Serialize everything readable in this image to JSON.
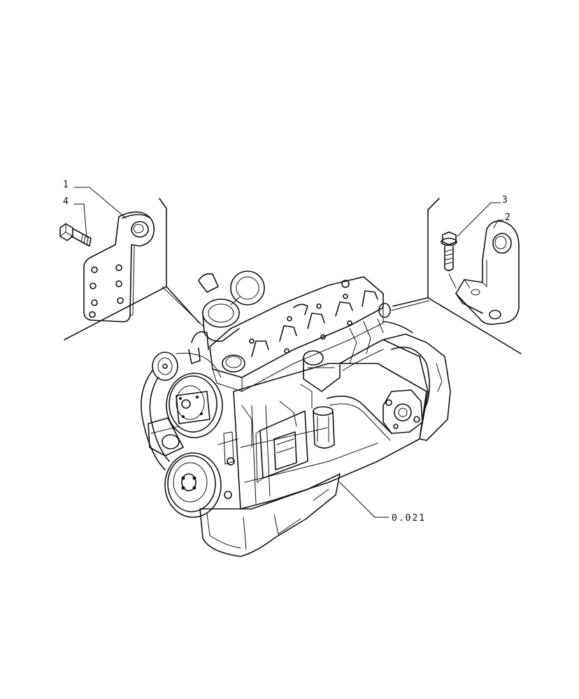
{
  "callouts": {
    "item_1": "1",
    "item_2": "2",
    "item_3": "3",
    "item_4": "4",
    "reference": "0.021"
  },
  "colors": {
    "ink": "#111111",
    "paper": "#ffffff"
  },
  "icons": {
    "left_bracket": "lifting-eye-bracket-icon",
    "right_bracket": "angled-lifting-bracket-icon",
    "bolt_left": "hex-bolt-icon",
    "bolt_right": "flanged-bolt-icon",
    "engine": "diesel-engine-icon"
  }
}
